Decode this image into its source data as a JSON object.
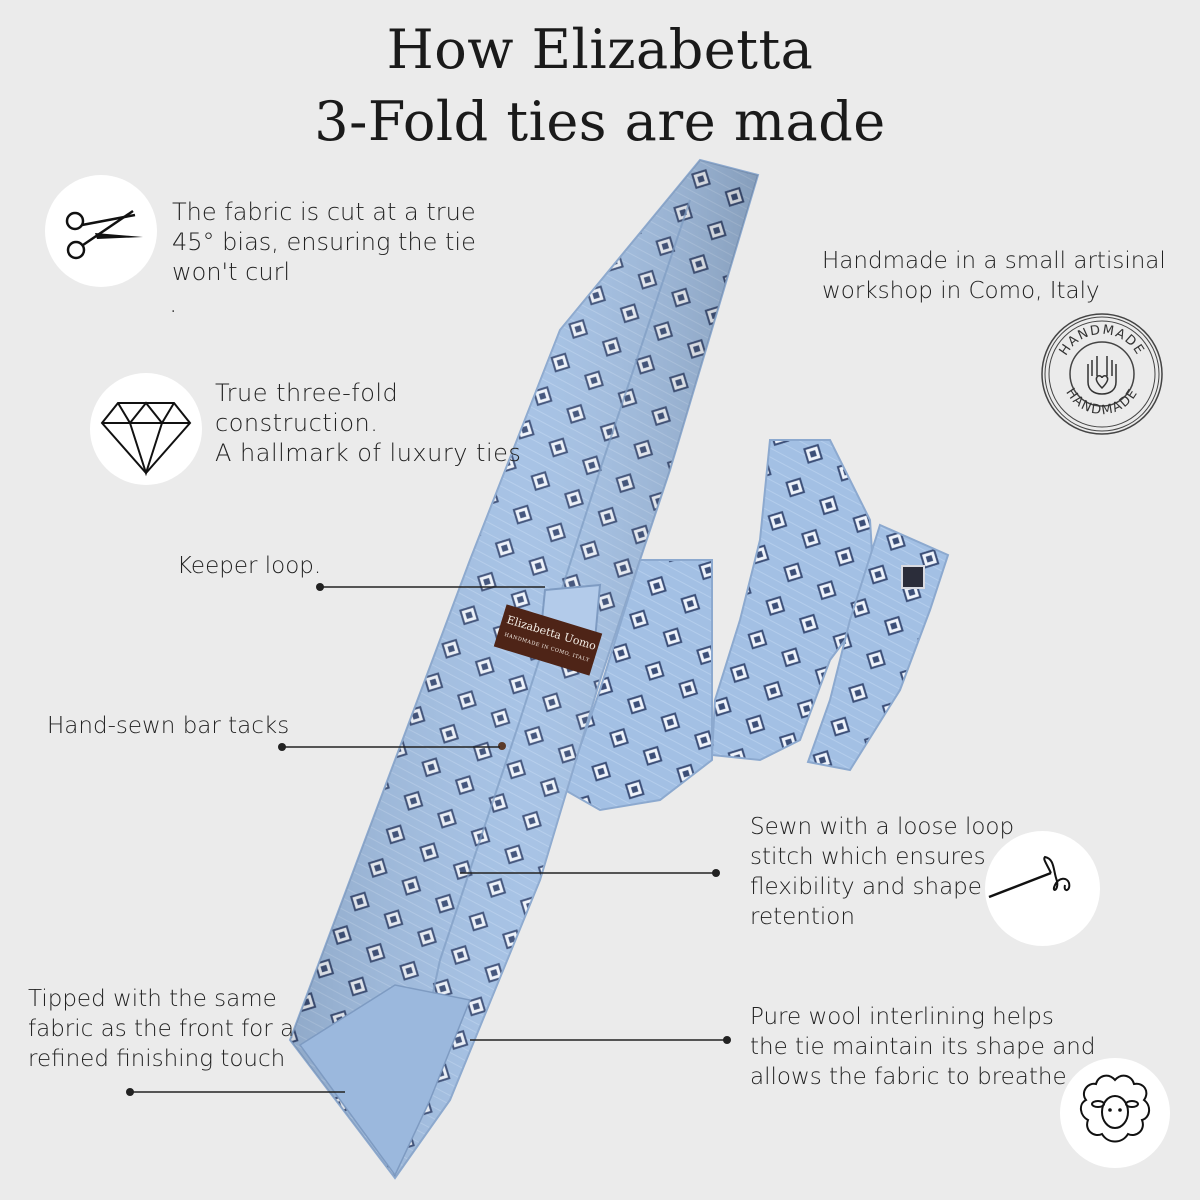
{
  "title": {
    "line1": "How Elizabetta",
    "line2": "3-Fold ties are made"
  },
  "features": {
    "bias_cut": {
      "icon": "scissors-icon",
      "lines": [
        "The fabric is cut at a true",
        "45° bias, ensuring the tie",
        "won't curl"
      ],
      "trailing_mark": "."
    },
    "handmade": {
      "lines": [
        "Handmade in a small artisinal",
        "workshop in Como, Italy"
      ],
      "badge_text": "HANDMADE"
    },
    "three_fold": {
      "icon": "diamond-icon",
      "lines": [
        "True three-fold",
        "construction.",
        "A hallmark of luxury ties"
      ]
    },
    "keeper_loop": {
      "lines": [
        "Keeper loop."
      ]
    },
    "bar_tacks": {
      "lines": [
        "Hand-sewn bar tacks"
      ]
    },
    "loop_stitch": {
      "icon": "needle-thread-icon",
      "lines": [
        "Sewn with a loose loop",
        "stitch which ensures",
        "flexibility and shape",
        "retention"
      ]
    },
    "tipping": {
      "lines": [
        "Tipped with the same",
        "fabric as the front for a",
        "refined finishing touch"
      ]
    },
    "interlining": {
      "icon": "sheep-icon",
      "lines": [
        "Pure wool interlining helps",
        "the tie maintain its shape and",
        "allows the fabric to breathe"
      ]
    }
  },
  "label": {
    "brand": "Elizabetta Uomo",
    "tagline": "HANDMADE IN COMO, ITALY"
  },
  "colors": {
    "background": "#ebebeb",
    "tie_silk": "#9fbde2",
    "tie_pattern": "#3c4f78",
    "label": "#4e2417"
  }
}
